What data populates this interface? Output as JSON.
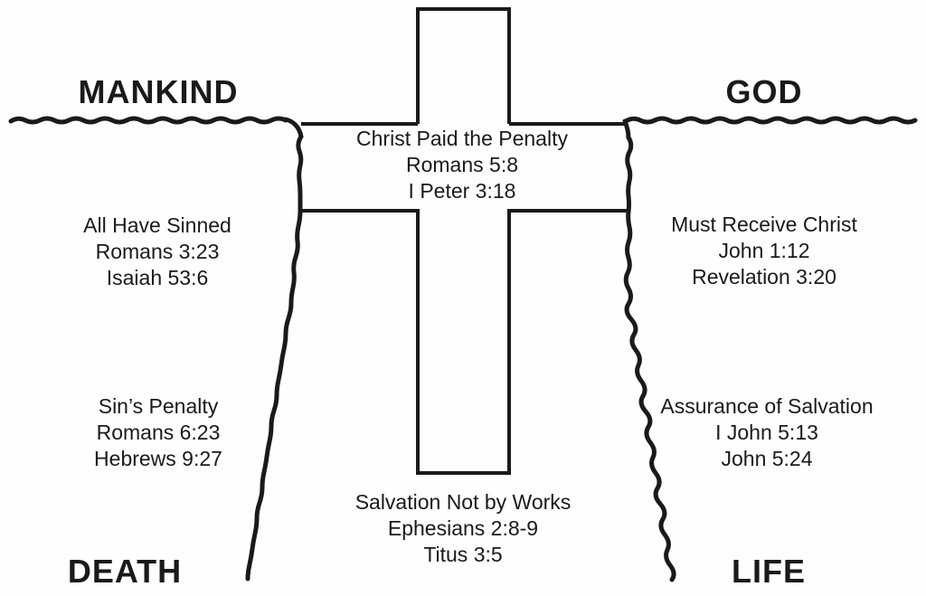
{
  "colors": {
    "ink": "#1a1a1a",
    "background": "#fefefe"
  },
  "corners": {
    "top_left": "MANKIND",
    "top_right": "GOD",
    "bottom_left": "DEATH",
    "bottom_right": "LIFE"
  },
  "cross": {
    "line1": "Christ Paid the Penalty",
    "line2": "Romans 5:8",
    "line3": "I Peter 3:18"
  },
  "left_upper": {
    "line1": "All Have Sinned",
    "line2": "Romans 3:23",
    "line3": "Isaiah 53:6"
  },
  "right_upper": {
    "line1": "Must Receive Christ",
    "line2": "John 1:12",
    "line3": "Revelation 3:20"
  },
  "left_lower": {
    "line1": "Sin’s Penalty",
    "line2": "Romans 6:23",
    "line3": "Hebrews 9:27"
  },
  "right_lower": {
    "line1": "Assurance of Salvation",
    "line2": "I John 5:13",
    "line3": "John 5:24"
  },
  "bottom_center": {
    "line1": "Salvation Not by Works",
    "line2": "Ephesians 2:8-9",
    "line3": "Titus 3:5"
  }
}
